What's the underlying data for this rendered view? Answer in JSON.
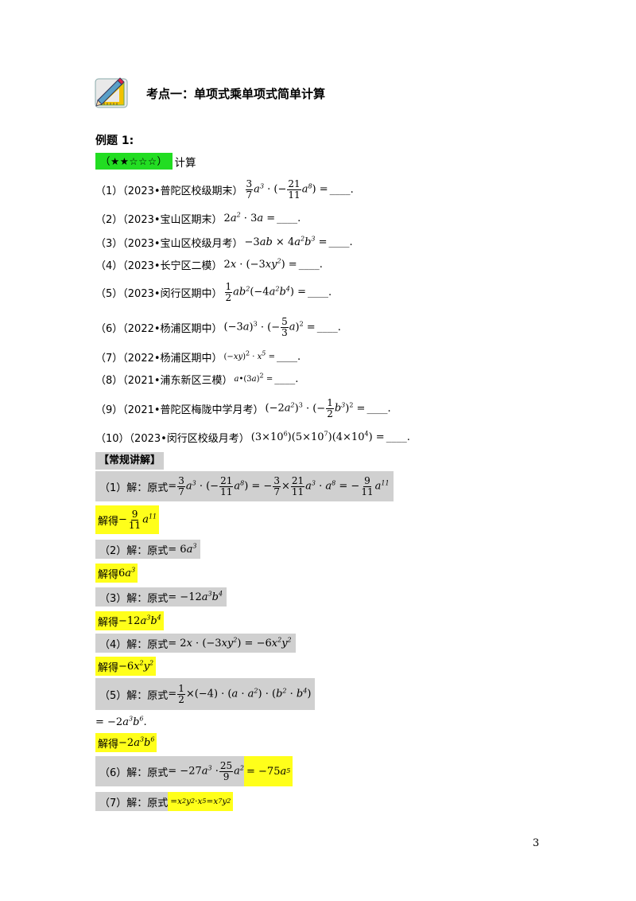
{
  "header": {
    "title": "考点一：单项式乘单项式简单计算"
  },
  "example": {
    "label": "例题 1:",
    "stars": "（★★☆☆☆）",
    "task": "计算"
  },
  "questions": [
    {
      "label": "（1）（2023•普陀区校级期末）",
      "blank": "____."
    },
    {
      "label": "（2）（2023•宝山区期末）",
      "blank": "____."
    },
    {
      "label": "（3）（2023•宝山区校级月考）",
      "blank": "____."
    },
    {
      "label": "（4）（2023•长宁区二模）",
      "blank": "____."
    },
    {
      "label": "（5）（2023•闵行区期中）",
      "blank": "____."
    },
    {
      "label": "（6）（2022•杨浦区期中）",
      "blank": "____."
    },
    {
      "label": "（7）（2022•杨浦区期中）",
      "blank": "____."
    },
    {
      "label": "（8）（2021•浦东新区三模）",
      "blank": "____."
    },
    {
      "label": "（9）（2021•普陀区梅陇中学月考）",
      "blank": "____."
    },
    {
      "label": "（10）（2023•闵行区校级月考）",
      "blank": "____."
    }
  ],
  "section": {
    "title": "【常规讲解】"
  },
  "solutions": {
    "s1": "（1）解：原式",
    "s2": "（2）解：原式",
    "s3": "（3）解：原式",
    "s4": "（4）解：原式",
    "s5": "（5）解：原式",
    "s6": "（6）解：原式",
    "s7": "（7）解：原式"
  },
  "answer_label": "解得",
  "page_number": "3"
}
